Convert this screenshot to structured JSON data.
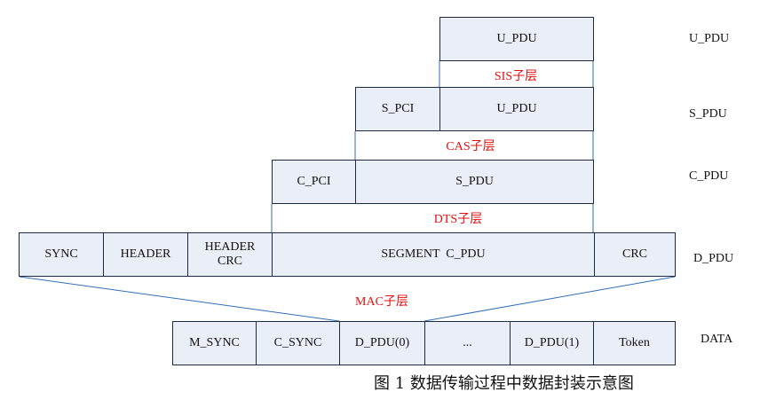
{
  "colors": {
    "box_fill": "#e9eef7",
    "border": "#1f2a44",
    "sublayer_text": "#e01010",
    "connector": "#2f6fb5"
  },
  "rows": {
    "u_pdu": {
      "label": "U_PDU",
      "cells": [
        "U_PDU"
      ]
    },
    "s_pdu": {
      "label": "S_PDU",
      "cells": [
        "S_PCI",
        "U_PDU"
      ]
    },
    "c_pdu": {
      "label": "C_PDU",
      "cells": [
        "C_PCI",
        "S_PDU"
      ]
    },
    "d_pdu": {
      "label": "D_PDU",
      "cells": [
        "SYNC",
        "HEADER",
        "HEADER\nCRC",
        "SEGMENT  C_PDU",
        "CRC"
      ]
    },
    "data": {
      "label": "DATA",
      "cells": [
        "M_SYNC",
        "C_SYNC",
        "D_PDU(0)",
        "...",
        "D_PDU(1)",
        "Token"
      ]
    }
  },
  "sublayers": {
    "sis": "SIS子层",
    "cas": "CAS子层",
    "dts": "DTS子层",
    "mac": "MAC子层"
  },
  "caption": "图 1  数据传输过程中数据封装示意图"
}
